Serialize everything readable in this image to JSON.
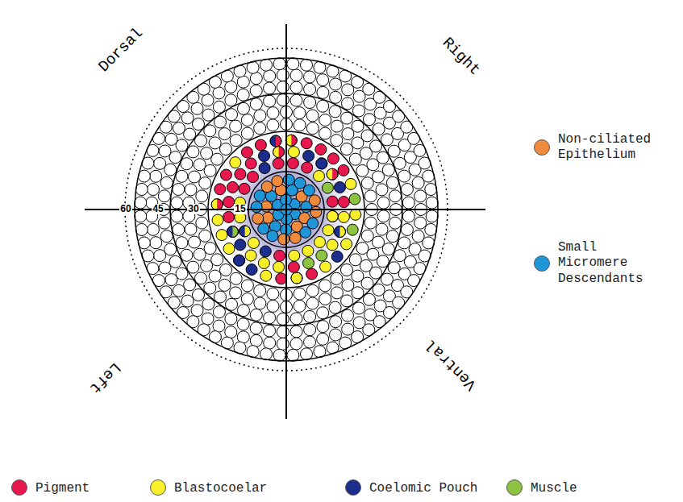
{
  "diagram": {
    "labels": [
      "Dorsal",
      "Right",
      "Left",
      "Ventral",
      "60",
      "45",
      "30",
      "15"
    ],
    "legend": [
      {
        "text": "Non-ciliated Epithelium",
        "color": "#f08a3c"
      },
      {
        "text": "Small Micromere Descendants",
        "color": "#1e96d8"
      },
      {
        "text": "Pigment",
        "color": "#e8174e"
      },
      {
        "text": "Blastocoelar",
        "color": "#f7f02a"
      },
      {
        "text": "Coelomic Pouch",
        "color": "#1c2e8c"
      },
      {
        "text": "Muscle",
        "color": "#8cc442"
      }
    ]
  }
}
